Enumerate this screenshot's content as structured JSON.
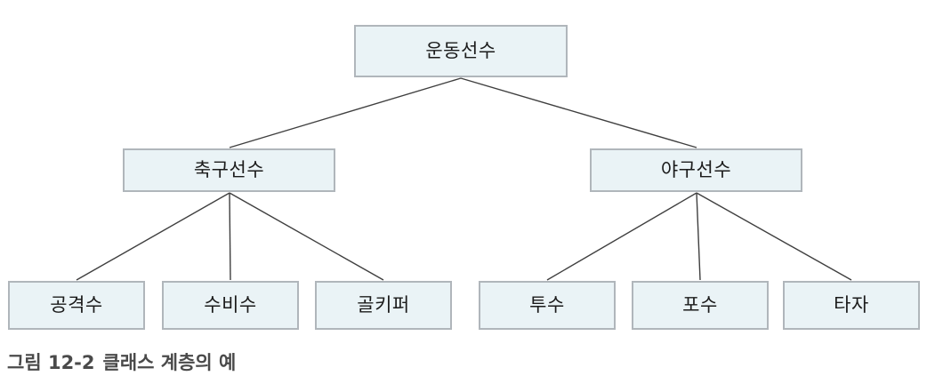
{
  "figure": {
    "caption_number": "그림 12-2",
    "caption_text": "클래스 계층의 예",
    "colors": {
      "node_fill": "#eaf3f6",
      "node_border": "#b0b6bb",
      "connector": "#3f3f3f",
      "label_text": "#1b1b1b",
      "caption_text": "#4a4a4a",
      "background": "#ffffff"
    }
  },
  "tree": {
    "root": {
      "label": "운동선수"
    },
    "level2": [
      {
        "label": "축구선수"
      },
      {
        "label": "야구선수"
      }
    ],
    "leaves": [
      {
        "label": "공격수"
      },
      {
        "label": "수비수"
      },
      {
        "label": "골키퍼"
      },
      {
        "label": "투수"
      },
      {
        "label": "포수"
      },
      {
        "label": "타자"
      }
    ]
  }
}
